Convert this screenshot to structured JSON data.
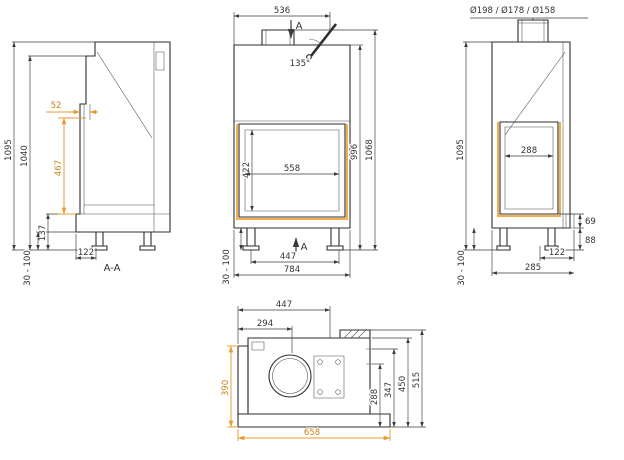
{
  "drawing": {
    "background": "#ffffff",
    "line_color": "#2e2e2e",
    "dim_color": "#3a3a3a",
    "highlight_color": "#f2ae4a",
    "highlight_text_color": "#c8821c"
  },
  "views": {
    "side": {
      "label": "A-A",
      "total_height": "1095",
      "body_height": "1040",
      "glass_offset": "52",
      "glass_height": "467",
      "base_height": "137",
      "leg_inset": "122",
      "leg_range": "30 - 100"
    },
    "front": {
      "section_label": "A",
      "top_width": "536",
      "handle_angle": "135°",
      "glass_height": "422",
      "glass_width": "558",
      "body_height": "996",
      "total_height": "1068",
      "foot_span": "447",
      "total_width": "784",
      "leg_range": "30 - 100"
    },
    "right": {
      "flue_diameters": "Ø198 / Ø178 / Ø158",
      "total_height": "1095",
      "glass_width": "288",
      "rear_upper": "69",
      "rear_lower": "88",
      "leg_inset": "122",
      "total_depth": "285",
      "leg_range": "30 - 100"
    },
    "top": {
      "front_width": "447",
      "flue_offset": "294",
      "side_glass_depth": "390",
      "depth_to_rear_a": "288",
      "depth_to_rear_b": "347",
      "body_depth": "450",
      "total_depth": "515",
      "front_glass_width": "658"
    }
  }
}
